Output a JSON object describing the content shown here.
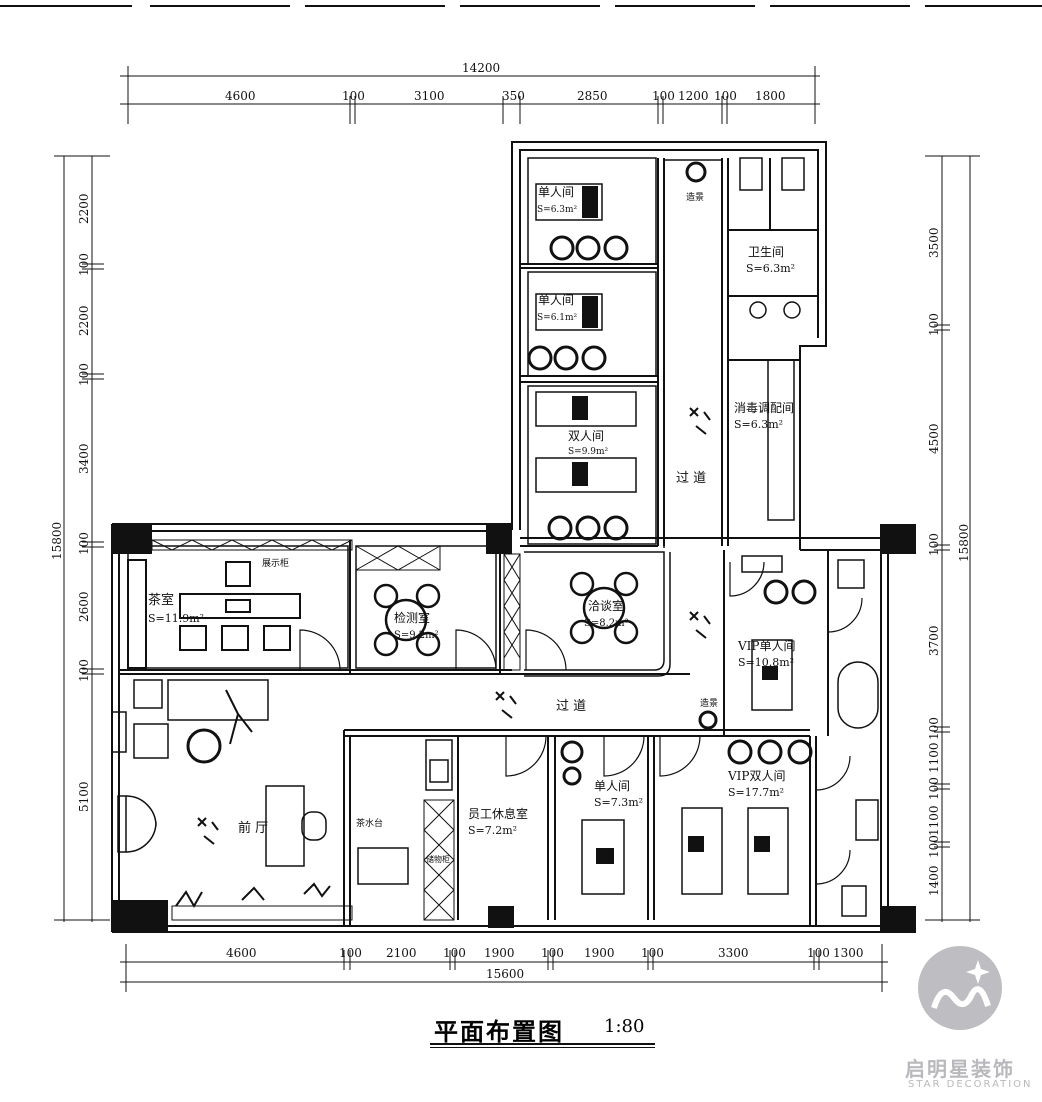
{
  "title": "平面布置图",
  "scale": "1:80",
  "brand": {
    "name": "启明星装饰",
    "english": "STAR DECORATION"
  },
  "dimensions": {
    "top_total": "14200",
    "top_segments": [
      "4600",
      "100",
      "3100",
      "350",
      "2850",
      "100",
      "1200",
      "100",
      "1800"
    ],
    "bottom_total": "15600",
    "bottom_segments": [
      "4600",
      "100",
      "2100",
      "100",
      "1900",
      "100",
      "1900",
      "100",
      "3300",
      "100",
      "1300"
    ],
    "left_total": "15800",
    "left_segments": [
      "2200",
      "100",
      "2200",
      "100",
      "3400",
      "100",
      "2600",
      "100",
      "5100"
    ],
    "right_total": "15800",
    "right_segments": [
      "3500",
      "100",
      "4500",
      "100",
      "3700",
      "100",
      "1100",
      "100",
      "1100",
      "100",
      "1400"
    ]
  },
  "rooms": {
    "single1": {
      "name": "单人间",
      "area": "S=6.3m²"
    },
    "single2": {
      "name": "单人间",
      "area": "S=6.1m²"
    },
    "double": {
      "name": "双人间",
      "area": "S=9.9m²"
    },
    "toilet": {
      "name": "卫生间",
      "area": "S=6.3m²"
    },
    "disinfect": {
      "name": "消毒调配间",
      "area": "S=6.3m²"
    },
    "corridor_v": "过 道",
    "corridor_h": "过 道",
    "tearoom": {
      "name": "茶室",
      "area": "S=11.9m²"
    },
    "display": "展示柜",
    "testing": {
      "name": "检测室",
      "area": "S=9.2m²"
    },
    "negotiate": {
      "name": "洽谈室",
      "area": "S=8.2m²"
    },
    "vip_single": {
      "name": "VIP单人间",
      "area": "S=10.8m²"
    },
    "reception": "前 厅",
    "tea_counter": "茶水台",
    "staff": {
      "name": "员工休息室",
      "area": "S=7.2m²"
    },
    "single3": {
      "name": "单人间",
      "area": "S=7.3m²"
    },
    "vip_double": {
      "name": "VIP双人间",
      "area": "S=17.7m²"
    },
    "scene1": "造景",
    "scene2": "造景",
    "cabinet": "储物柜"
  }
}
